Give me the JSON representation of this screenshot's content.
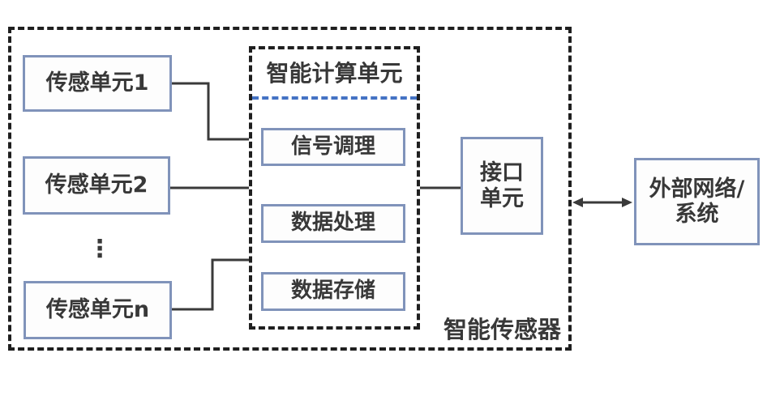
{
  "diagram": {
    "sensors": [
      {
        "label": "传感单元1"
      },
      {
        "label": "传感单元2"
      },
      {
        "label": "传感单元n"
      }
    ],
    "ellipsis": "⋮",
    "computing_unit": {
      "title": "智能计算单元",
      "modules": [
        {
          "label": "信号调理"
        },
        {
          "label": "数据处理"
        },
        {
          "label": "数据存储"
        }
      ]
    },
    "interface_unit": {
      "label": "接口\n单元"
    },
    "external_system": {
      "label": "外部网络/\n系统"
    },
    "smart_sensor_label": "智能传感器",
    "colors": {
      "box_border": "#8093ba",
      "dashed_border": "#1f1f1f",
      "divider_blue": "#4472c4",
      "connector": "#3a3a3a",
      "text": "#383838"
    }
  }
}
